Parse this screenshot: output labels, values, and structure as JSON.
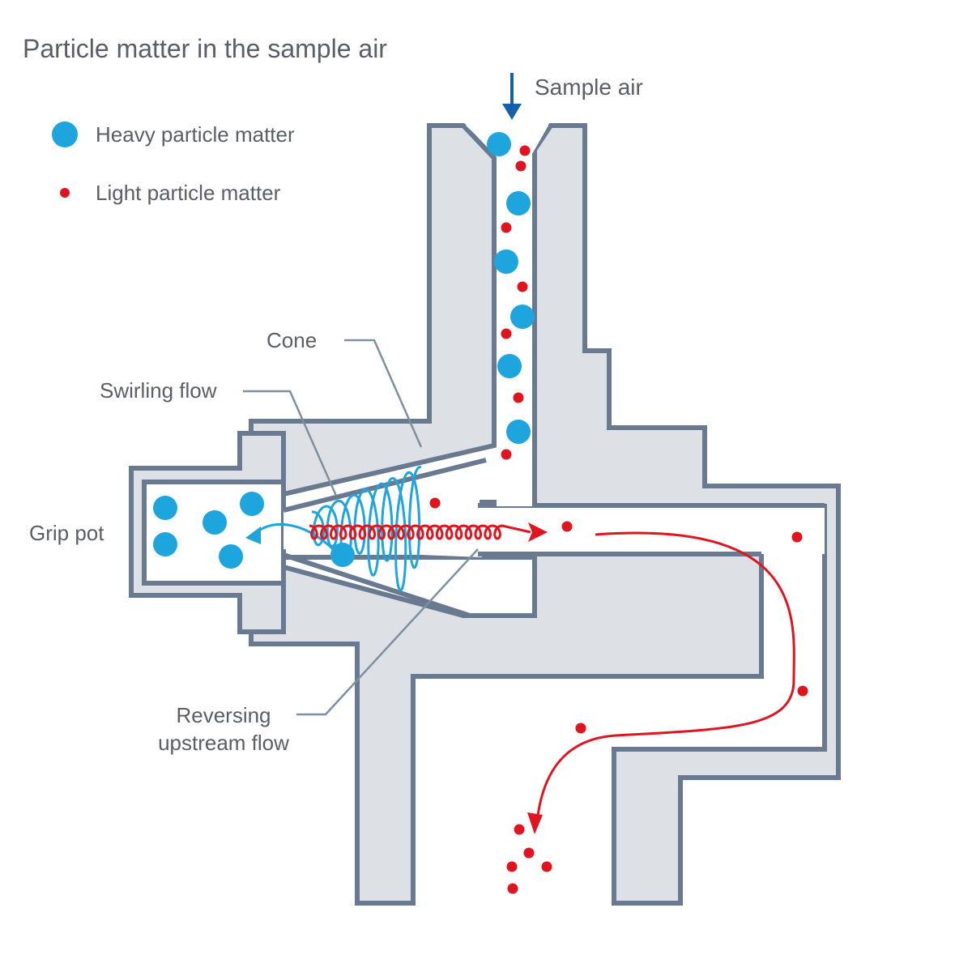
{
  "title": "Particle matter in the sample air",
  "inlet_label": "Sample air",
  "legend": [
    {
      "label": "Heavy particle matter",
      "color": "#1ea5de"
    },
    {
      "label": "Light particle matter",
      "color": "#e0141e"
    }
  ],
  "labels": {
    "cone": "Cone",
    "swirling_flow": "Swirling flow",
    "grip_pot": "Grip pot",
    "reversing_line1": "Reversing",
    "reversing_line2": "upstream flow"
  },
  "colors": {
    "housing_fill": "#dde0e5",
    "housing_stroke": "#687990",
    "heavy": "#1ea5de",
    "light": "#e0141e",
    "inlet_arrow": "#1560a8",
    "leader_line": "#7e8f9f",
    "text": "#595f66"
  }
}
